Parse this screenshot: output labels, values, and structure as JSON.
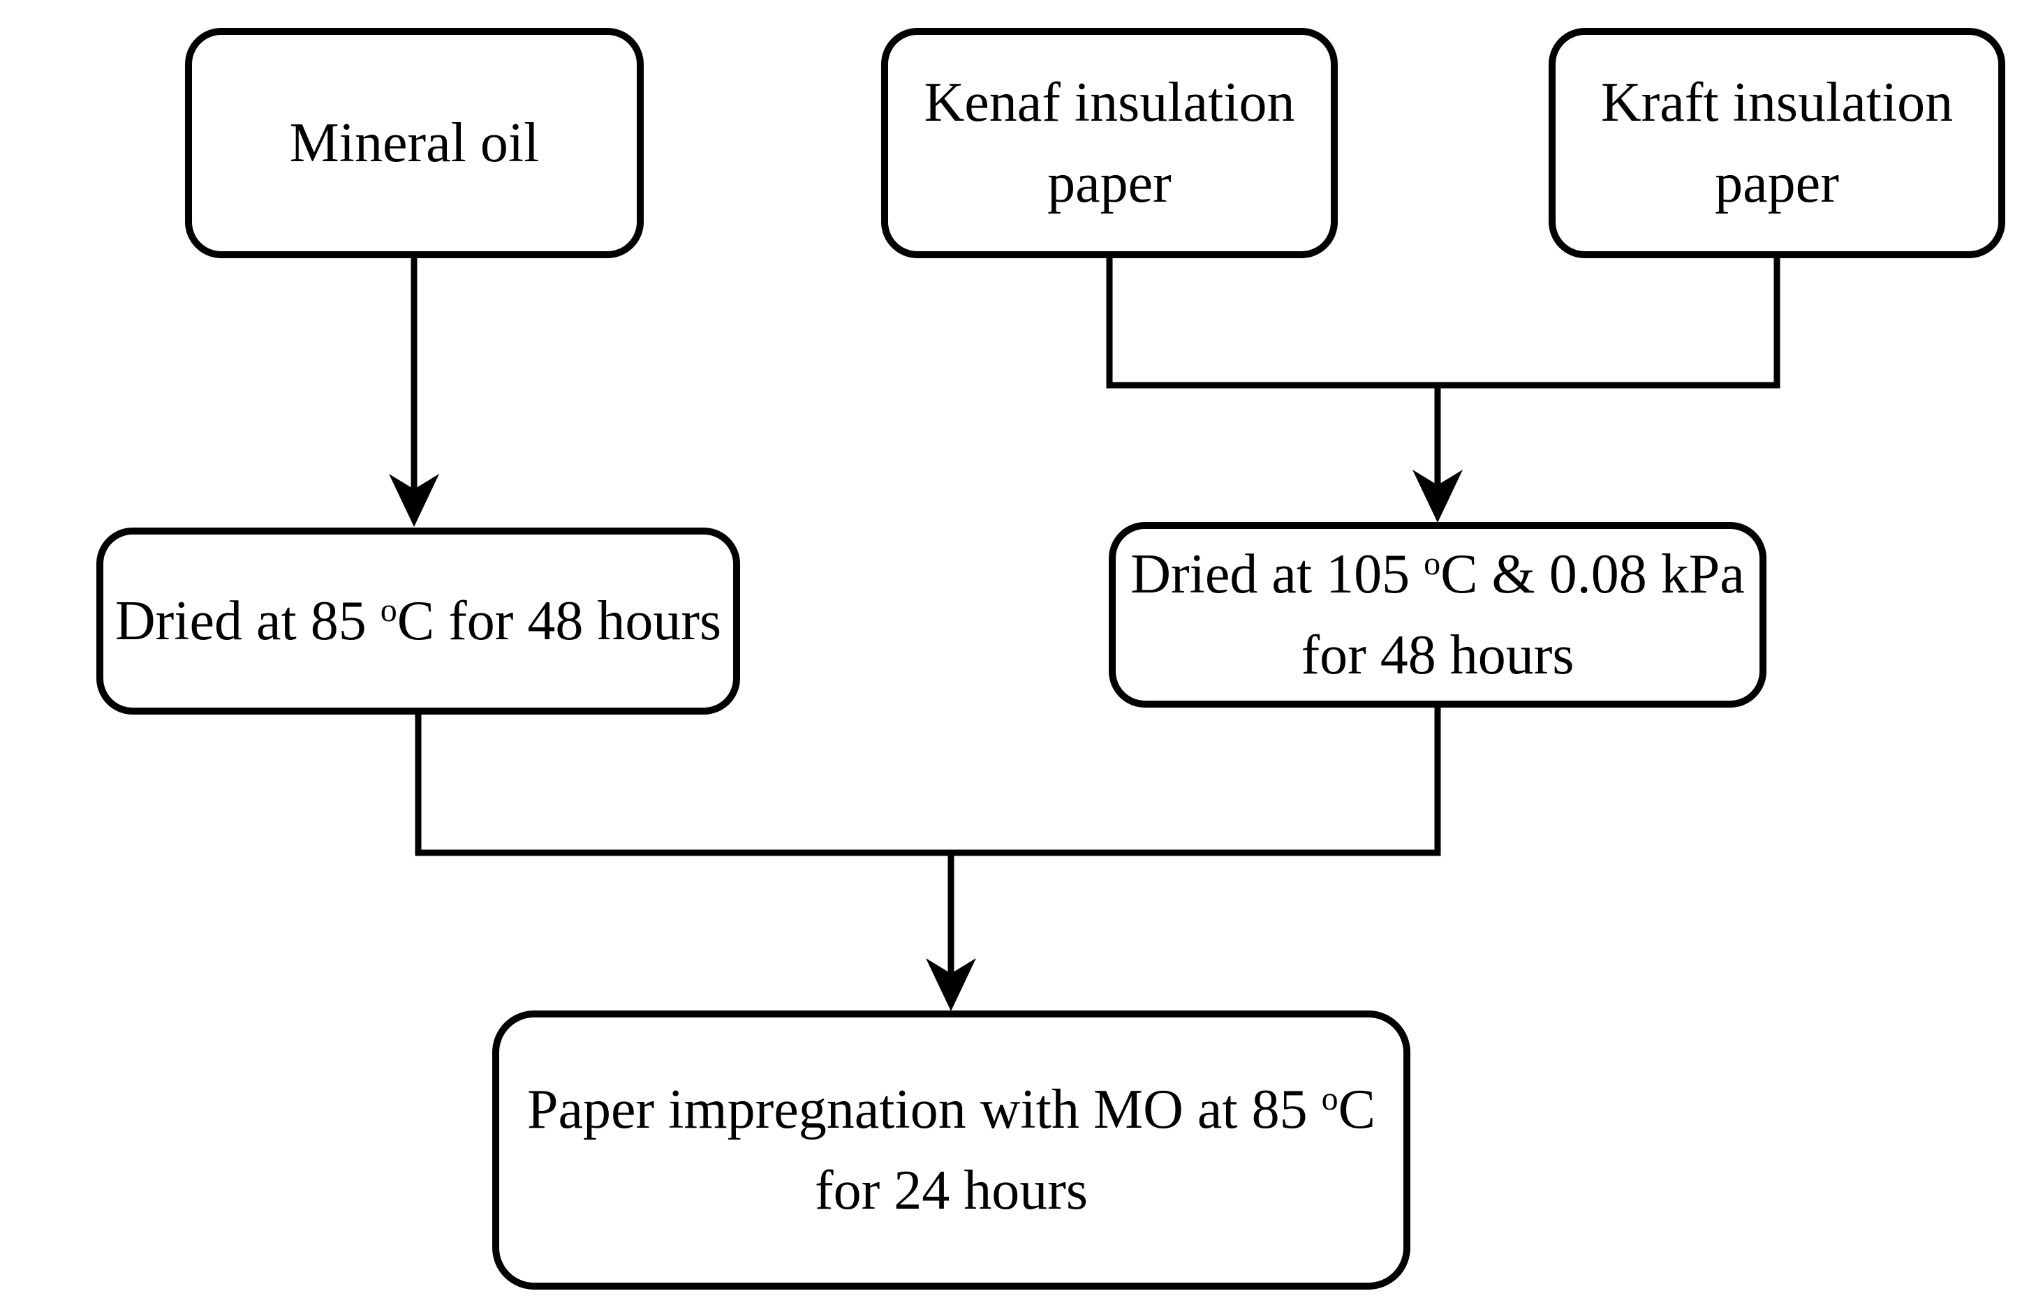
{
  "diagram": {
    "type": "flowchart",
    "colors": {
      "ink": "#000000",
      "background": "#ffffff",
      "node_fill": "#ffffff"
    },
    "nodes": {
      "mineral_oil": {
        "label": "Mineral oil",
        "label_segments": [
          {
            "text": "Mineral oil"
          }
        ]
      },
      "kenaf": {
        "label": "Kenaf insulation paper",
        "label_segments": [
          {
            "text": "Kenaf insulation"
          },
          {
            "br": true
          },
          {
            "text": "paper"
          }
        ]
      },
      "kraft": {
        "label": "Kraft insulation paper",
        "label_segments": [
          {
            "text": "Kraft insulation"
          },
          {
            "br": true
          },
          {
            "text": "paper"
          }
        ]
      },
      "dried_oil": {
        "label": "Dried at 85 oC for 48 hours",
        "label_segments": [
          {
            "text": "Dried at 85 "
          },
          {
            "text": "o",
            "sup": true
          },
          {
            "text": "C for 48 hours"
          }
        ]
      },
      "dried_paper": {
        "label": "Dried at 105 oC & 0.08 kPa for 48 hours",
        "label_segments": [
          {
            "text": "Dried at 105 "
          },
          {
            "text": "o",
            "sup": true
          },
          {
            "text": "C & 0.08 kPa"
          },
          {
            "br": true
          },
          {
            "text": "for 48 hours"
          }
        ]
      },
      "impregnation": {
        "label": "Paper impregnation with MO at 85 oC for 24 hours",
        "label_segments": [
          {
            "text": "Paper impregnation with MO at 85 "
          },
          {
            "text": "o",
            "sup": true
          },
          {
            "text": "C"
          },
          {
            "br": true
          },
          {
            "text": "for 24 hours"
          }
        ]
      }
    },
    "edges": [
      {
        "from": "mineral_oil",
        "to": "dried_oil"
      },
      {
        "from": "kenaf",
        "to": "dried_paper"
      },
      {
        "from": "kraft",
        "to": "dried_paper"
      },
      {
        "from": "dried_oil",
        "to": "impregnation"
      },
      {
        "from": "dried_paper",
        "to": "impregnation"
      }
    ]
  }
}
